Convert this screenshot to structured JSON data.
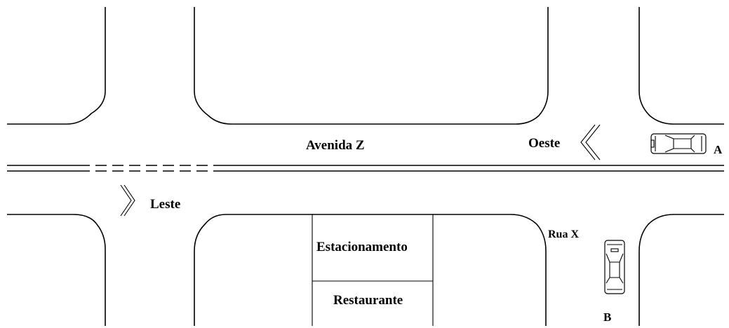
{
  "labels": {
    "avenue": "Avenida Z",
    "west": "Oeste",
    "east": "Leste",
    "street": "Rua X",
    "parking": "Estacionamento",
    "restaurant": "Restaurante",
    "car_a": "A",
    "car_b": "B"
  },
  "colors": {
    "line": "#000000",
    "background": "#ffffff"
  },
  "icons": {
    "west_arrow": "chevron-left-icon",
    "east_arrow": "chevron-right-icon",
    "car_a": "car-icon",
    "car_b": "car-icon"
  }
}
